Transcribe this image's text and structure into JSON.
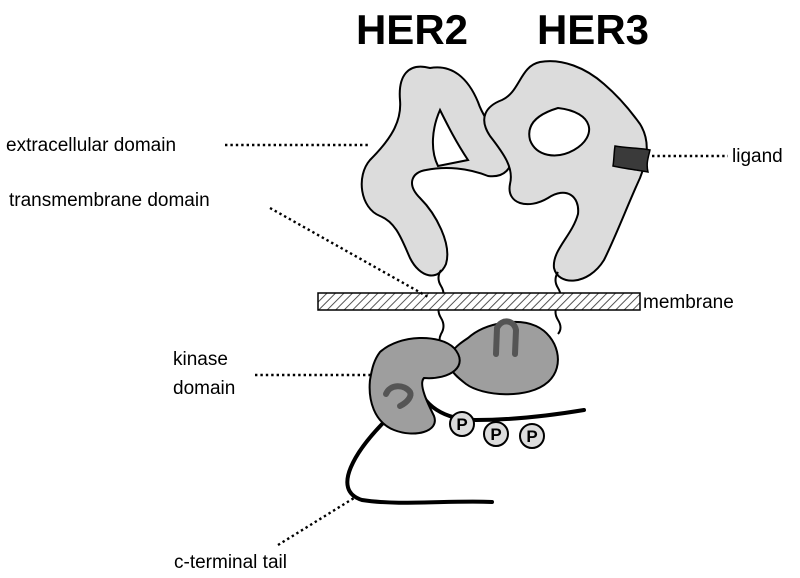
{
  "titles": {
    "left": "HER2",
    "right": "HER3"
  },
  "labels": {
    "extracellular": "extracellular domain",
    "transmembrane": "transmembrane domain",
    "kinase_line1": "kinase",
    "kinase_line2": "domain",
    "cterminal": "c-terminal tail",
    "ligand": "ligand",
    "membrane": "membrane"
  },
  "phospho": [
    "P",
    "P",
    "P"
  ],
  "colors": {
    "extracellular_fill": "#dcdcdc",
    "kinase_fill": "#9e9e9e",
    "ligand_fill": "#3a3a3a",
    "activation_loop": "#555555"
  }
}
